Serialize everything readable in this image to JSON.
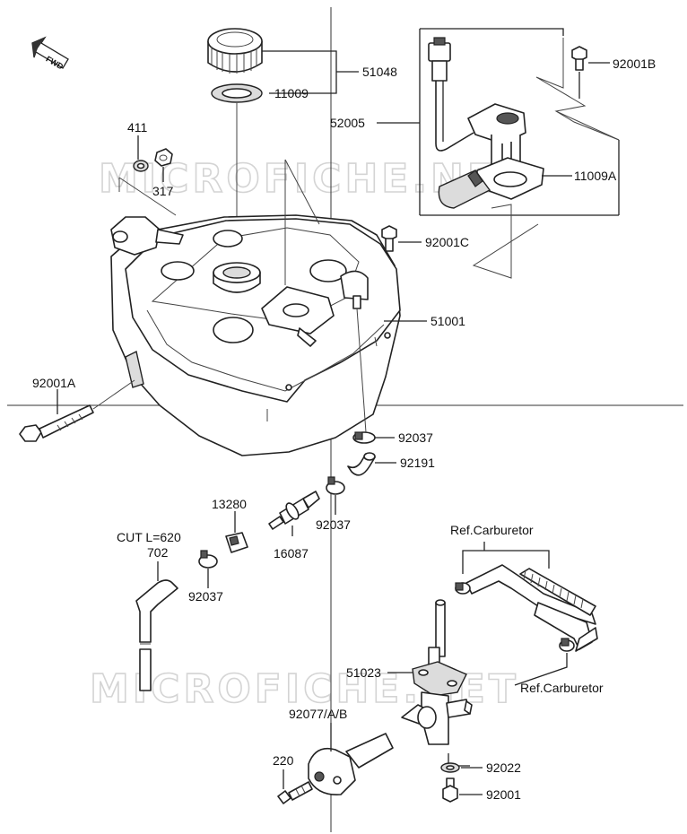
{
  "watermark": "MICROFICHE.NET",
  "fwd_label": "FWD",
  "labels": {
    "p51048": "51048",
    "p11009": "11009",
    "p92001B": "92001B",
    "p52005": "52005",
    "p411": "411",
    "p317": "317",
    "p11009A": "11009A",
    "p92001C": "92001C",
    "p51001": "51001",
    "p92001A": "92001A",
    "p92037a": "92037",
    "p92191": "92191",
    "p13280": "13280",
    "p92037b": "92037",
    "p16087": "16087",
    "cut": "CUT L=620",
    "p702": "702",
    "p92037c": "92037",
    "ref1": "Ref.Carburetor",
    "ref2": "Ref.Carburetor",
    "p51023": "51023",
    "p92077": "92077/A/B",
    "p220": "220",
    "p92022": "92022",
    "p92001": "92001"
  }
}
